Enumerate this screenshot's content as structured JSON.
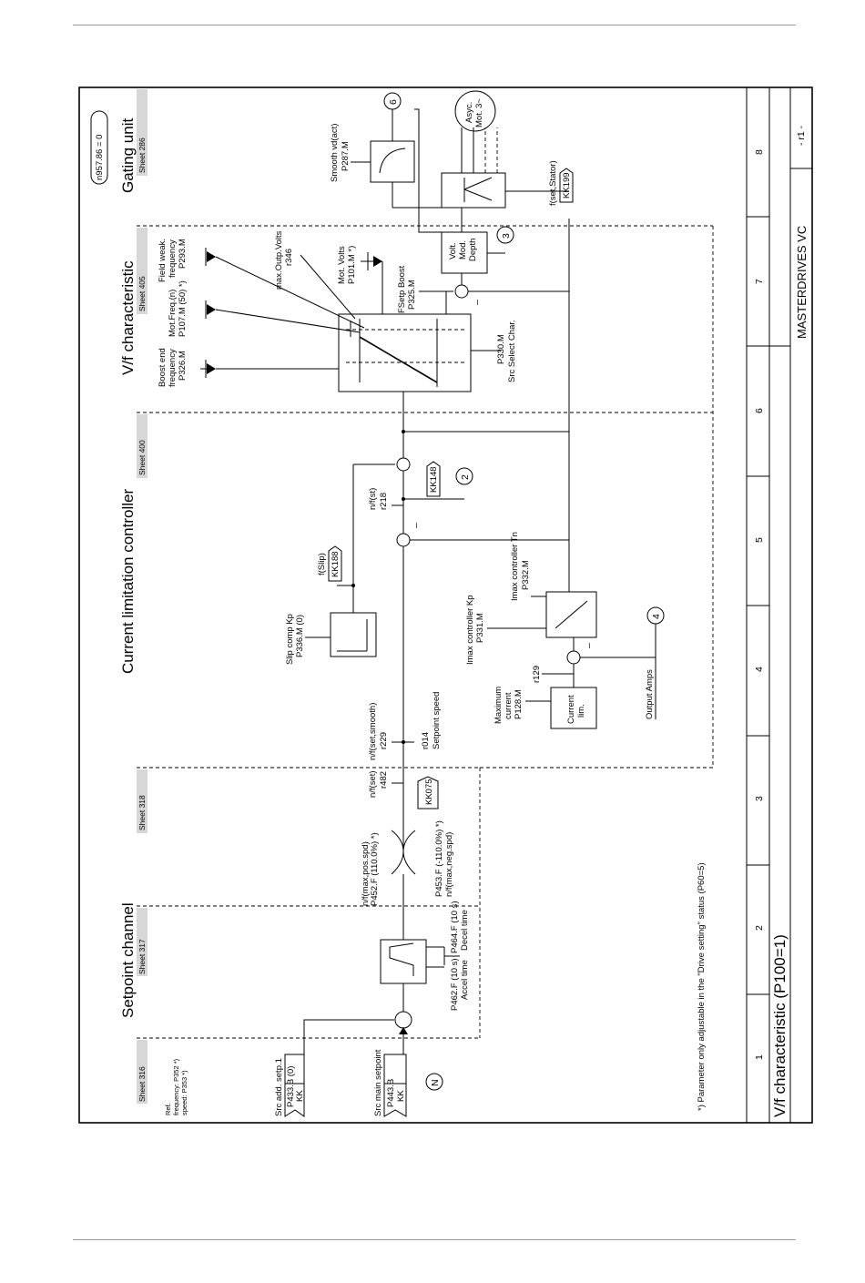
{
  "header": {
    "rule": true
  },
  "sections": {
    "setpoint": "Setpoint channel",
    "current": "Current limitation controller",
    "vf": "V/f characteristic",
    "gating": "Gating unit"
  },
  "sheets": [
    "Sheet 316",
    "Sheet 317",
    "Sheet 318",
    "Sheet 400",
    "Sheet 405",
    "Sheet 286"
  ],
  "columns": [
    "1",
    "2",
    "3",
    "4",
    "5",
    "6",
    "7",
    "8"
  ],
  "titleblock": {
    "title": "V/f characteristic (P100=1)",
    "product": "MASTERDRIVES VC",
    "revision": "- r1 -"
  },
  "labels": {
    "ref_line1": "Ref.",
    "ref_line2": "frequency: P352 *)",
    "ref_line3": "speed:      P353 *)",
    "src_add": "Src add. setp.1",
    "p433": "P433.B (0)",
    "src_main": "Src main setpoint",
    "p443": "P443.B",
    "kk": "KK",
    "n_circle": "N",
    "accel1": "P462.F (10 s)",
    "accel2": "Accel time",
    "decel1": "P464.F (10 s)",
    "decel2": "Decel time",
    "maxpos1": "n/f(max,pos.spd)",
    "maxpos2": "P452.F (110.0%) *)",
    "maxneg1": "P453.F (-110.0%) *)",
    "maxneg2": "n/f(max,neg.spd)",
    "nset1": "n/f(set)",
    "nset2": "r482",
    "kk075": "KK075",
    "smooth1": "n/f(set,smooth)",
    "smooth2": "r229",
    "r014a": "r014",
    "r014b": "Setpoint speed",
    "slip1": "Slip comp Kp",
    "slip2": "P336.M (0)",
    "fslip": "f(Slip)",
    "kk188": "KK188",
    "nf218a": "n/f(st)",
    "nf218b": "r218",
    "kk148": "KK148",
    "circle2": "2",
    "imaxkp1": "Imax controller Kp",
    "imaxkp2": "P331.M",
    "imaxtn1": "Imax controller Tn",
    "imaxtn2": "P332.M",
    "maxcur1": "Maximum",
    "maxcur2": "current",
    "maxcur3": "P128.M",
    "curlim1": "Current",
    "curlim2": "lim.",
    "r129": "r129",
    "circle4": "4",
    "outamps": "Output Amps",
    "boost1": "Boost end",
    "boost2": "frequency",
    "boost3": "P326.M",
    "motfreq1": "Mot.Freq.(n)",
    "motfreq2": "P107.M (50) *)",
    "fw1": "Field weak.",
    "fw2": "frequency",
    "fw3": "P293.M",
    "maxoutp1": "max.Outp.Volts",
    "maxoutp2": "r346",
    "motvolts1": "Mot. Volts",
    "motvolts2": "P101.M *)",
    "fsetp1": "FSetp Boost",
    "fsetp2": "P325.M",
    "p330a": "P330.M",
    "p330b": "Src Select Char.",
    "volt1": "Volt.",
    "volt2": "Mod.",
    "volt3": "Depth",
    "circle3": "3",
    "circle6": "6",
    "smoothvd1": "Smooth vd(act)",
    "smoothvd2": "P287.M",
    "asyc1": "Asyc.",
    "asyc2": "Mot. 3~",
    "fstator": "f(set,Stator)",
    "kk199": "KK199",
    "p957": "n957.86 = 0",
    "footnote": "*) Parameter only adjustable in the \"Drive setting\" status (P60=5)",
    "minus": "–"
  }
}
